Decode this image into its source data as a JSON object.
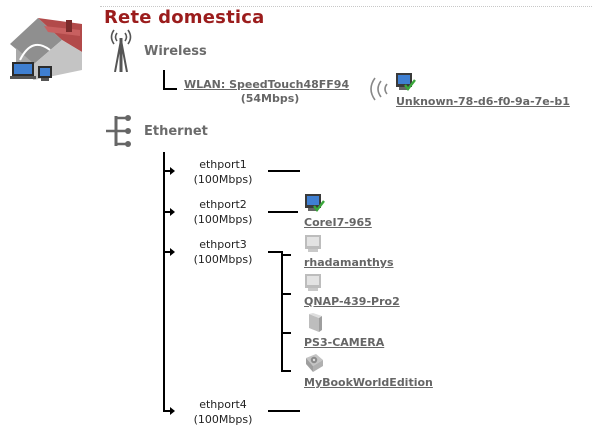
{
  "title": "Rete domestica",
  "wireless": {
    "label": "Wireless",
    "wlan_name": "WLAN: SpeedTouch48FF94",
    "wlan_speed": "(54Mbps)",
    "client": "Unknown-78-d6-f0-9a-7e-b1"
  },
  "ethernet": {
    "label": "Ethernet",
    "ports": [
      {
        "name": "ethport1",
        "speed": "(100Mbps)"
      },
      {
        "name": "ethport2",
        "speed": "(100Mbps)"
      },
      {
        "name": "ethport3",
        "speed": "(100Mbps)"
      },
      {
        "name": "ethport4",
        "speed": "(100Mbps)"
      }
    ],
    "devices": [
      "CoreI7-965",
      "rhadamanthys",
      "QNAP-439-Pro2",
      "PS3-CAMERA",
      "MyBookWorldEdition"
    ]
  },
  "colors": {
    "title": "#9b1c1c",
    "section": "#6b6b6b",
    "link": "#666666",
    "check": "#3aa63a"
  },
  "icons": {
    "house": "house-network-icon",
    "antenna": "antenna-icon",
    "tree": "tree-branch-icon",
    "computer_online": "computer-online-icon",
    "computer_offline": "computer-offline-icon",
    "game_console": "game-console-icon",
    "disk": "disk-drive-icon",
    "wifi": "wifi-signal-icon"
  }
}
